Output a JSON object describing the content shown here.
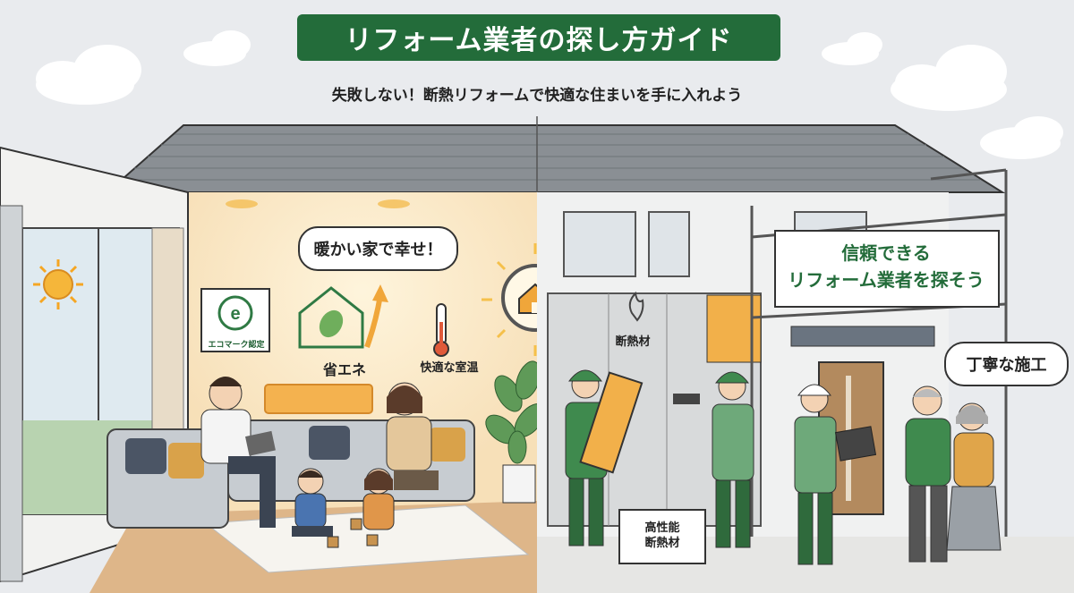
{
  "title": "リフォーム業者の探し方ガイド",
  "subtitle": "失敗しない！断熱リフォームで快適な住まいを手に入れよう",
  "bubbles": {
    "warm_home": "暖かい家で幸せ！",
    "careful_work": "丁寧な施工"
  },
  "labels": {
    "eco_mark": "エコマーク認定",
    "energy_saving": "省エネ",
    "comfortable_temp": "快適な室温",
    "insulation_material": "断熱材"
  },
  "banner": {
    "line1": "信頼できる",
    "line2": "リフォーム業者を探そう"
  },
  "material_box": {
    "line1": "高性能",
    "line2": "断熱材"
  },
  "colors": {
    "brand_green": "#236c3a",
    "warm_orange": "#f0a63a",
    "worker_green": "#3f8a4e",
    "sky": "#e8eaec"
  }
}
